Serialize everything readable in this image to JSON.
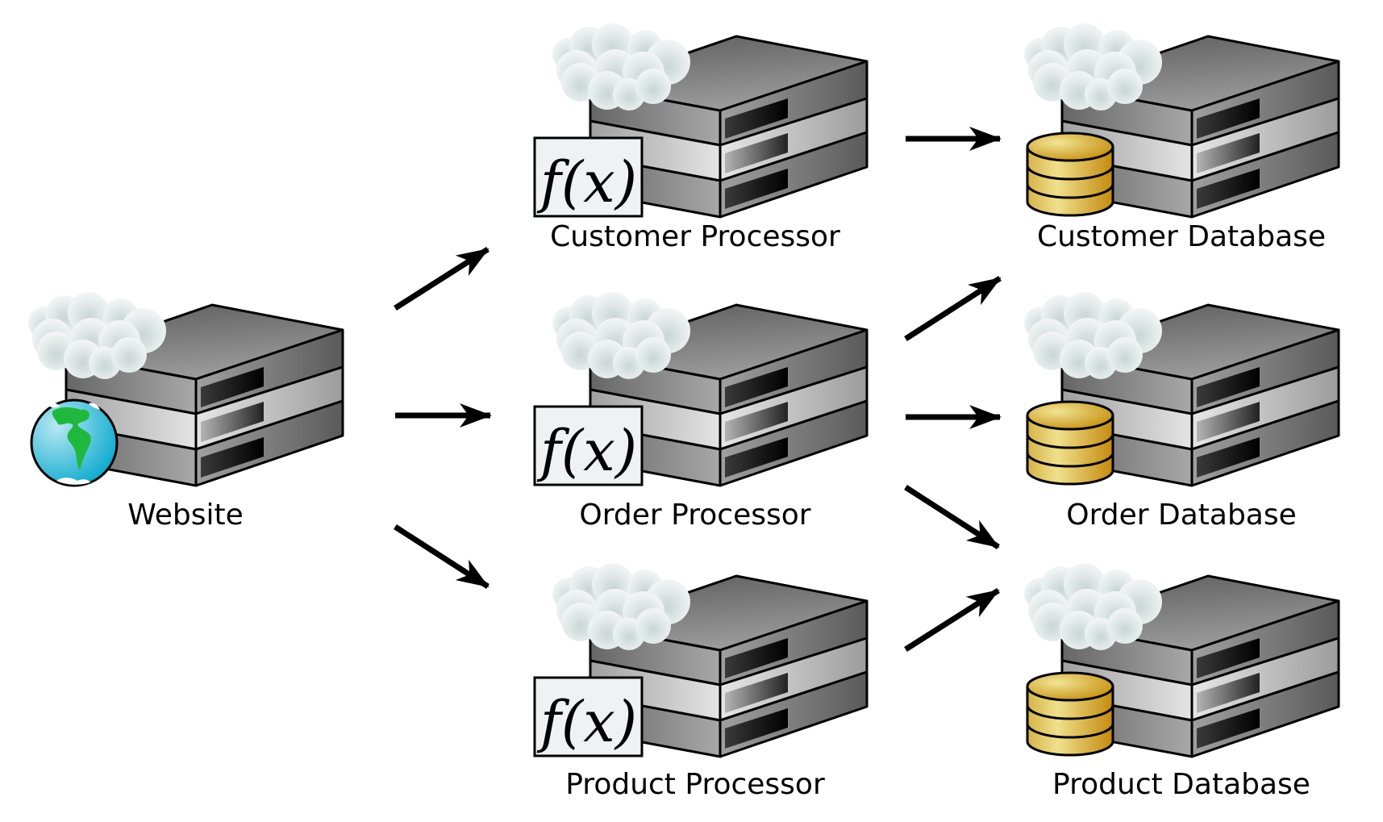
{
  "diagram": {
    "title": "Website service architecture",
    "nodes": [
      {
        "id": "website",
        "label": "Website",
        "type": "web-server",
        "badge": "globe-icon",
        "column": 0,
        "row": 1
      },
      {
        "id": "customer-processor",
        "label": "Customer Processor",
        "type": "processor",
        "badge": "function-icon",
        "badge_text": "f(x)",
        "column": 1,
        "row": 0
      },
      {
        "id": "order-processor",
        "label": "Order Processor",
        "type": "processor",
        "badge": "function-icon",
        "badge_text": "f(x)",
        "column": 1,
        "row": 1
      },
      {
        "id": "product-processor",
        "label": "Product Processor",
        "type": "processor",
        "badge": "function-icon",
        "badge_text": "f(x)",
        "column": 1,
        "row": 2
      },
      {
        "id": "customer-database",
        "label": "Customer Database",
        "type": "database",
        "badge": "database-icon",
        "column": 2,
        "row": 0
      },
      {
        "id": "order-database",
        "label": "Order Database",
        "type": "database",
        "badge": "database-icon",
        "column": 2,
        "row": 1
      },
      {
        "id": "product-database",
        "label": "Product Database",
        "type": "database",
        "badge": "database-icon",
        "column": 2,
        "row": 2
      }
    ],
    "edges": [
      {
        "from": "website",
        "to": "customer-processor"
      },
      {
        "from": "website",
        "to": "order-processor"
      },
      {
        "from": "website",
        "to": "product-processor"
      },
      {
        "from": "customer-processor",
        "to": "customer-database"
      },
      {
        "from": "order-processor",
        "to": "customer-database"
      },
      {
        "from": "order-processor",
        "to": "order-database"
      },
      {
        "from": "order-processor",
        "to": "product-database"
      },
      {
        "from": "product-processor",
        "to": "product-database"
      }
    ]
  },
  "colors": {
    "background": "#ffffff",
    "server_dark": "#5a5a5a",
    "server_light": "#d8d8d8",
    "cloud": "#e6eced",
    "globe_ocean": "#2cb6d6",
    "globe_land": "#22b83a",
    "database_gold": "#e2c25a",
    "fx_box": "#eef2f3",
    "arrow": "#000000"
  }
}
